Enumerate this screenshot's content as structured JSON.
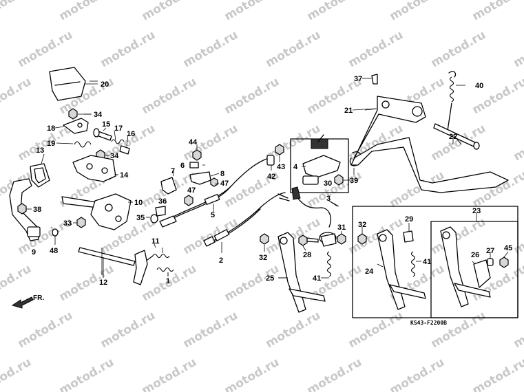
{
  "watermark": "motod.ru",
  "diagram_code": "KS43-F2200B",
  "direction_label": "FR.",
  "callouts": {
    "c20": "20",
    "c34a": "34",
    "c18": "18",
    "c15": "15",
    "c17": "17",
    "c16": "16",
    "c19": "19",
    "c34b": "34",
    "c13": "13",
    "c14": "14",
    "c10": "10",
    "c38": "38",
    "c33": "33",
    "c9": "9",
    "c48": "48",
    "c12": "12",
    "c36": "36",
    "c35": "35",
    "c11": "11",
    "c1": "1",
    "c44": "44",
    "c6": "6",
    "c7": "7",
    "c8": "8",
    "c47a": "47",
    "c47b": "47",
    "c5": "5",
    "c2": "2",
    "c42": "42",
    "c43": "43",
    "c4": "4",
    "c30": "30",
    "c39": "39",
    "c3": "3",
    "c31": "31",
    "c32a": "32",
    "c28": "28",
    "c41a": "41",
    "c25": "25",
    "c37": "37",
    "c21": "21",
    "c40": "40",
    "c22": "22",
    "c23": "23",
    "c32b": "32",
    "c29": "29",
    "c24": "24",
    "c41b": "41",
    "c26": "26",
    "c27": "27",
    "c45": "45"
  }
}
